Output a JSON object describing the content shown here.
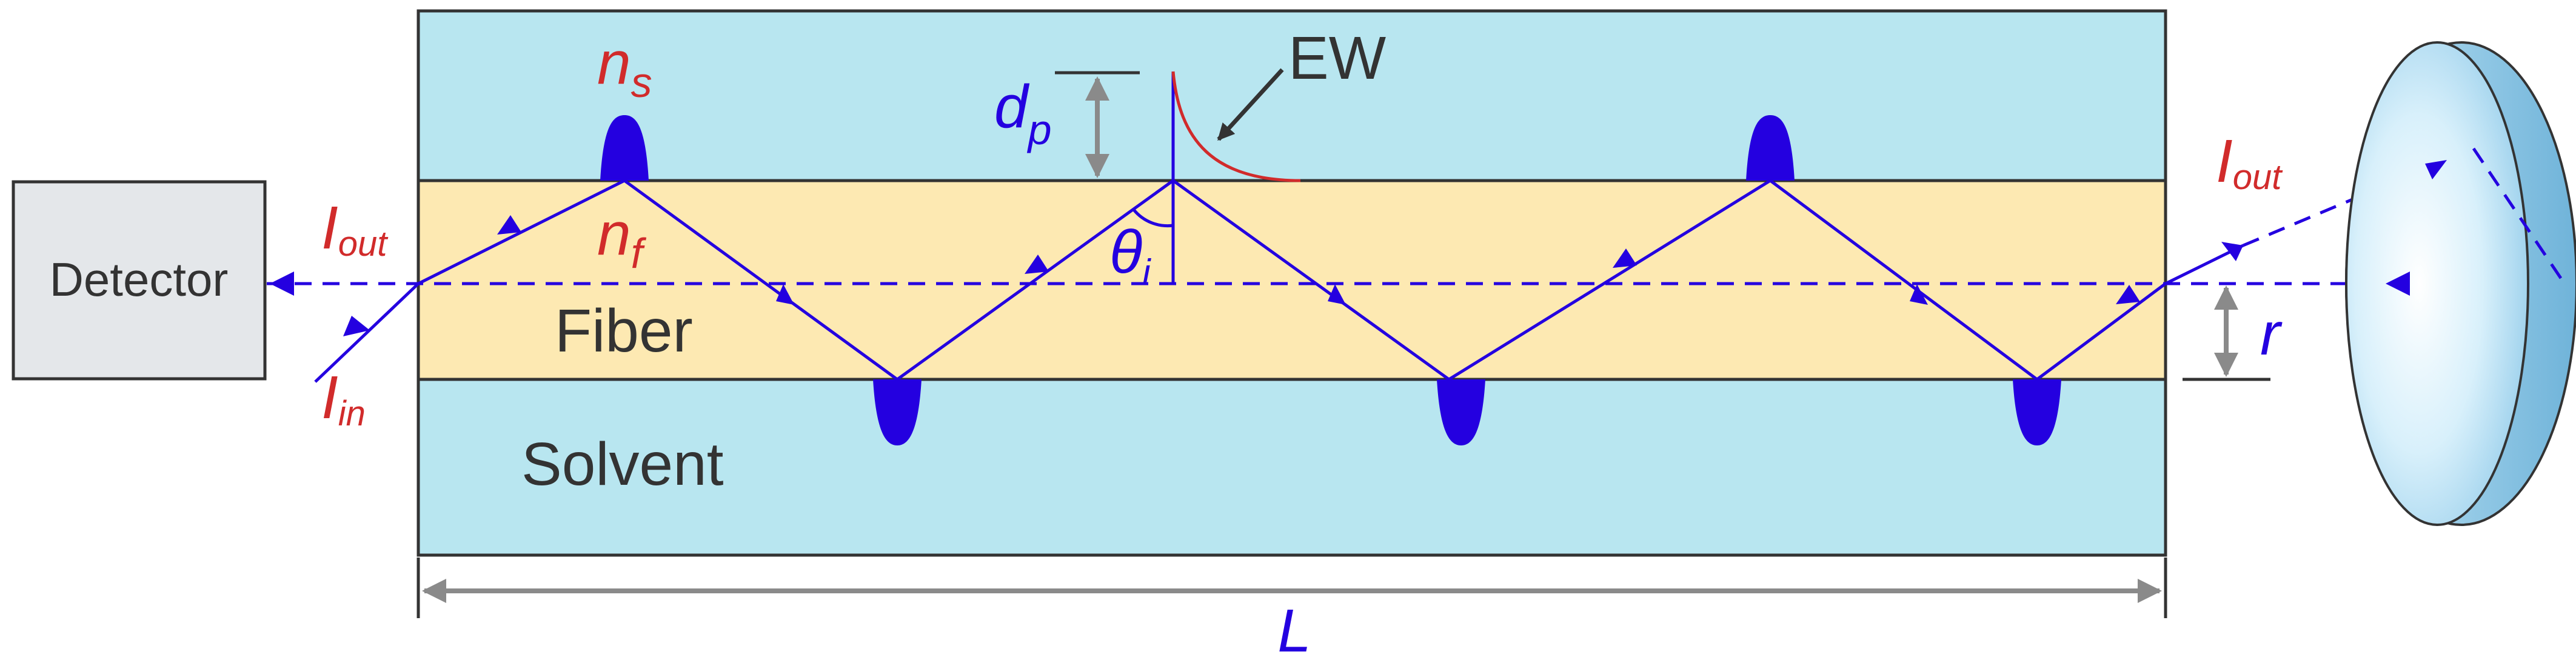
{
  "labels": {
    "detector": "Detector",
    "fiber": "Fiber",
    "solvent": "Solvent",
    "ew": "EW",
    "length": "L",
    "radius": "r",
    "dp": {
      "main": "d",
      "sub": "p"
    },
    "theta": {
      "main": "θ",
      "sub": "i"
    },
    "ns": {
      "main": "n",
      "sub": "s"
    },
    "nf": {
      "main": "n",
      "sub": "f"
    },
    "iout_left": {
      "main": "I",
      "sub": "out"
    },
    "iout_right": {
      "main": "I",
      "sub": "out"
    },
    "iin": {
      "main": "I",
      "sub": "in"
    }
  },
  "colors": {
    "solvent": "#b8e6f0",
    "fiber": "#fde9b2",
    "detector_fill": "#e4e7ea",
    "ray": "#2400e0",
    "red_label": "#d12b2b",
    "blue_label": "#2400e0",
    "dark_text": "#333333",
    "gray_arrow": "#8a8a8a",
    "ew_curve": "#d12b2b"
  },
  "icons": {
    "evanescent_lobe": "evanescent-wave-lobe-icon",
    "lens": "lens-icon",
    "detector": "detector-box"
  }
}
